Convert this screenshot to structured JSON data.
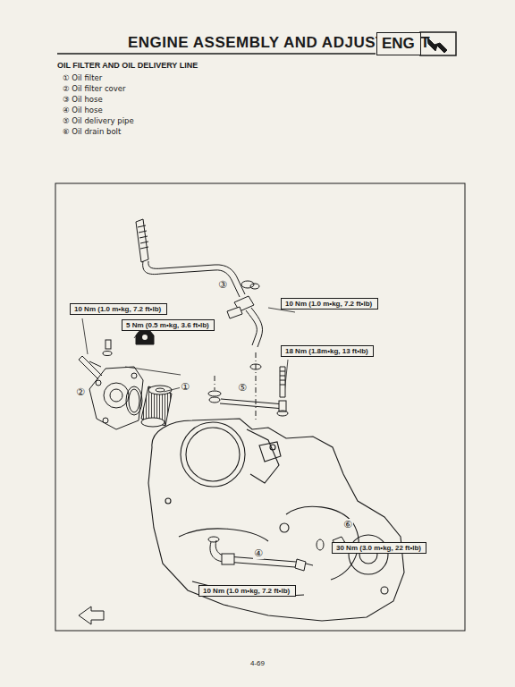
{
  "diagram": {
    "title": "ENGINE ASSEMBLY AND ADJUSTMENT",
    "nodes": [
      {
        "text": [
          "ENG"
        ]
      },
      {
        "text": [
          "10 Nm (1.0 m•kg, 7.2 ft•lb)"
        ]
      },
      {
        "text": [
          "5 Nm (0.5 m•kg, 3.6 ft•lb)"
        ]
      },
      {
        "text": [
          "10 Nm (1.0 m•kg, 7.2 ft•lb)"
        ]
      },
      {
        "text": [
          "18 Nm (1.8m•kg, 13 ft•lb)"
        ]
      },
      {
        "text": [
          "30 Nm (3.0 m•kg, 22 ft•lb)"
        ]
      },
      {
        "text": [
          "10 Nm (1.0 m•kg, 7.2 ft•lb)"
        ]
      }
    ],
    "edges": [],
    "labels": [
      "OIL FILTER AND OIL DELIVERY LINE",
      "① Oil filter",
      "② Oil filter cover",
      "③ Oil hose",
      "④ Oil hose",
      "⑤ Oil delivery pipe",
      "⑥ Oil drain bolt",
      "③",
      "②",
      "⑤",
      "①",
      "④",
      "⑥",
      "4-69"
    ]
  }
}
